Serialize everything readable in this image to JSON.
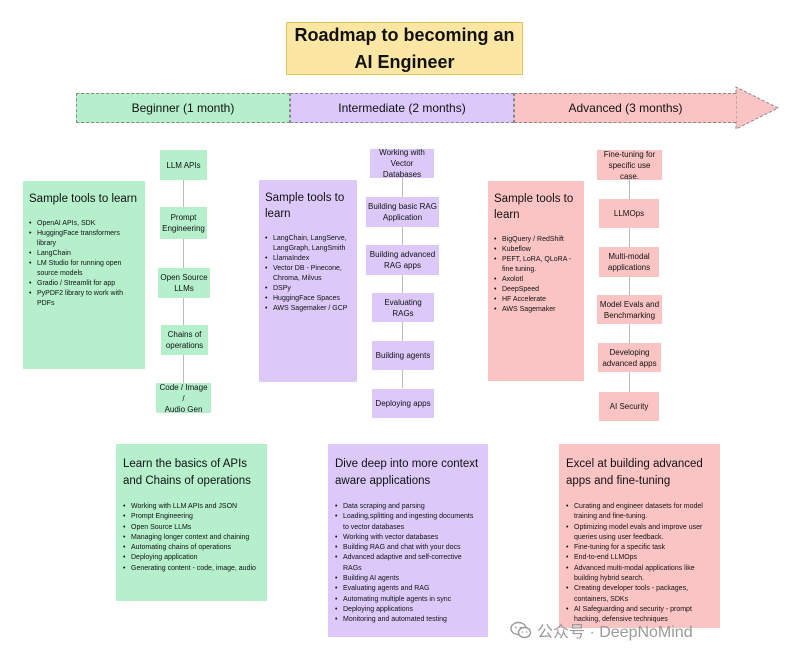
{
  "title": "Roadmap to becoming an\nAI Engineer",
  "colors": {
    "title_bg": "#fbe7a3",
    "beginner": "#b5efcc",
    "intermediate": "#dcc9fa",
    "advanced": "#fbc4c4"
  },
  "phases": [
    {
      "label": "Beginner (1 month)"
    },
    {
      "label": "Intermediate (2 months)"
    },
    {
      "label": "Advanced (3 months)"
    }
  ],
  "beginner": {
    "steps": [
      "LLM APIs",
      "Prompt\nEngineering",
      "Open Source\nLLMs",
      "Chains of\noperations",
      "Code / Image /\nAudio Gen"
    ],
    "sample_title": "Sample tools to learn",
    "sample_tools": [
      "OpenAI APIs, SDK",
      "HuggingFace transformers library",
      "LangChain",
      "LM Studio for running open source models",
      "Gradio / Streamlit for app",
      "PyPDF2 library to work with PDFs"
    ],
    "summary_title": "Learn the basics of APIs\nand Chains of operations",
    "summary_items": [
      "Working with LLM APIs and JSON",
      "Prompt Engineering",
      "Open Source LLMs",
      "Managing longer context and chaining",
      "Automating chains of operations",
      "Deploying application",
      "Generating content - code, image, audio"
    ]
  },
  "intermediate": {
    "steps": [
      "Working with\nVector Databases",
      "Building basic RAG\nApplication",
      "Building advanced\nRAG apps",
      "Evaluating RAGs",
      "Building agents",
      "Deploying apps"
    ],
    "sample_title": "Sample tools to\nlearn",
    "sample_tools": [
      "LangChain, LangServe, LangGraph, LangSmith",
      "LlamaIndex",
      "Vector DB - Pinecone, Chroma, Milvus",
      "DSPy",
      "HuggingFace Spaces",
      "AWS Sagemaker / GCP"
    ],
    "summary_title": "Dive deep into more context\naware applications",
    "summary_items": [
      "Data scraping and parsing",
      "Loading,splitting and ingesting documents to vector databases",
      "Working with vector databases",
      "Building RAG and chat with your docs",
      "Advanced adaptive and self-corrective RAGs",
      "Building AI agents",
      "Evaluating agents and RAG",
      "Automating multiple agents in sync",
      "Deploying applications",
      "Monitoring and automated testing"
    ]
  },
  "advanced": {
    "steps": [
      "Fine-tuning for\nspecific use case.",
      "LLMOps",
      "Multi-modal\napplications",
      "Model Evals and\nBenchmarking",
      "Developing\nadvanced apps",
      "AI Security"
    ],
    "sample_title": "Sample tools to\nlearn",
    "sample_tools": [
      "BigQuery / RedShift",
      "Kubeflow",
      "PEFT, LoRA, QLoRA - fine tuning.",
      "Axolotl",
      "DeepSpeed",
      "HF Accelerate",
      "AWS Sagemaker"
    ],
    "summary_title": "Excel at building advanced\napps and fine-tuning",
    "summary_items": [
      "Curating and engineer datasets for model training and fine-tuning.",
      "Optimizing model evals and improve user queries using user feedback.",
      "Fine-tuning for a specific task",
      "End-to-end LLMOps",
      "Advanced multi-modal applications like building hybrid search.",
      "Creating developer tools - packages, containers, SDKs",
      "AI Safeguarding and security - prompt hacking, defensive techniques"
    ]
  },
  "watermark": "公众号 · DeepNoMind"
}
